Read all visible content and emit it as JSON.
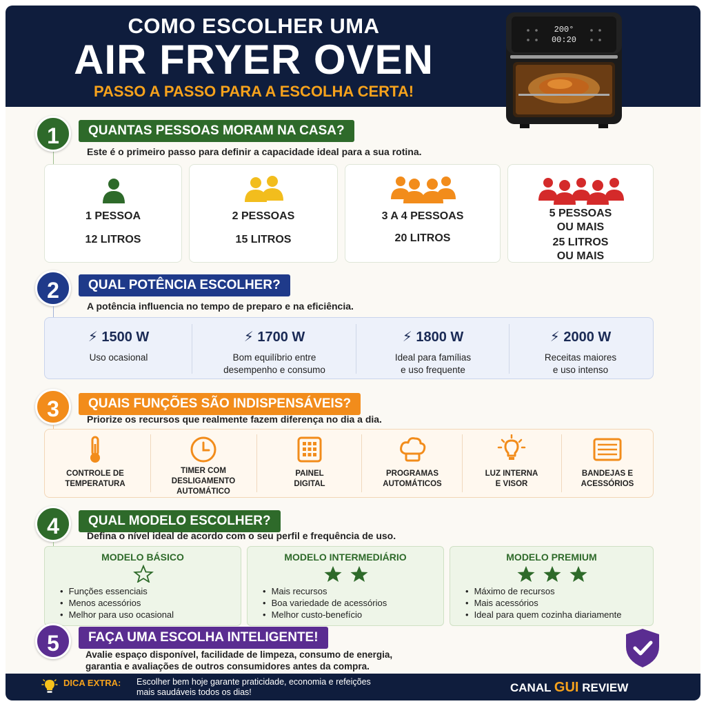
{
  "header": {
    "line1": "COMO ESCOLHER UMA",
    "line2": "AIR FRYER OVEN",
    "line3": "PASSO A PASSO PARA A ESCOLHA CERTA!",
    "display_temp": "200°",
    "display_time": "00:20"
  },
  "colors": {
    "navy": "#0f1d3d",
    "green": "#2e6a2a",
    "blue": "#1f3a8a",
    "orange": "#f28c1b",
    "purple": "#5a2d91",
    "accent": "#f6a21c"
  },
  "step1": {
    "number": "1",
    "title": "QUANTAS PESSOAS MORAM NA CASA?",
    "description": "Este é o primeiro passo para definir a capacidade ideal para a sua rotina.",
    "cards": [
      {
        "people": "1 PESSOA",
        "capacity": "12 LITROS",
        "icon_count": 1,
        "color": "#2e6a2a"
      },
      {
        "people": "2 PESSOAS",
        "capacity": "15 LITROS",
        "icon_count": 2,
        "color": "#f2bd1d"
      },
      {
        "people": "3 A 4 PESSOAS",
        "capacity": "20 LITROS",
        "icon_count": 4,
        "color": "#f28c1b"
      },
      {
        "people": "5 PESSOAS",
        "people2": "OU MAIS",
        "capacity": "25 LITROS",
        "capacity2": "OU MAIS",
        "icon_count": 5,
        "color": "#d42a2a"
      }
    ]
  },
  "step2": {
    "number": "2",
    "title": "QUAL POTÊNCIA ESCOLHER?",
    "description": "A potência influencia no tempo de preparo e na eficiência.",
    "items": [
      {
        "power": "1500 W",
        "desc1": "Uso ocasional",
        "desc2": ""
      },
      {
        "power": "1700 W",
        "desc1": "Bom equilíbrio entre",
        "desc2": "desempenho e consumo"
      },
      {
        "power": "1800 W",
        "desc1": "Ideal para famílias",
        "desc2": "e uso frequente"
      },
      {
        "power": "2000 W",
        "desc1": "Receitas maiores",
        "desc2": "e uso intenso"
      }
    ]
  },
  "step3": {
    "number": "3",
    "title": "QUAIS FUNÇÕES SÃO INDISPENSÁVEIS?",
    "description": "Priorize os recursos que realmente fazem diferença no dia a dia.",
    "features": [
      {
        "line1": "CONTROLE DE",
        "line2": "TEMPERATURA",
        "line3": "",
        "icon": "thermometer-icon"
      },
      {
        "line1": "TIMER COM",
        "line2": "DESLIGAMENTO",
        "line3": "AUTOMÁTICO",
        "icon": "clock-icon"
      },
      {
        "line1": "PAINEL",
        "line2": "DIGITAL",
        "line3": "",
        "icon": "keypad-icon"
      },
      {
        "line1": "PROGRAMAS",
        "line2": "AUTOMÁTICOS",
        "line3": "",
        "icon": "chef-hat-icon"
      },
      {
        "line1": "LUZ INTERNA",
        "line2": "E VISOR",
        "line3": "",
        "icon": "lightbulb-icon"
      },
      {
        "line1": "BANDEJAS E",
        "line2": "ACESSÓRIOS",
        "line3": "",
        "icon": "trays-icon"
      }
    ]
  },
  "step4": {
    "number": "4",
    "title": "QUAL MODELO ESCOLHER?",
    "description": "Defina o nível ideal de acordo com o seu perfil e frequência de uso.",
    "models": [
      {
        "name": "MODELO BÁSICO",
        "stars": 1,
        "filled": false,
        "items": [
          "Funções essenciais",
          "Menos acessórios",
          "Melhor para uso ocasional"
        ]
      },
      {
        "name": "MODELO INTERMEDIÁRIO",
        "stars": 2,
        "filled": true,
        "items": [
          "Mais recursos",
          "Boa variedade de acessórios",
          "Melhor custo-benefício"
        ]
      },
      {
        "name": "MODELO PREMIUM",
        "stars": 3,
        "filled": true,
        "items": [
          "Máximo de recursos",
          "Mais acessórios",
          "Ideal para quem cozinha diariamente"
        ]
      }
    ]
  },
  "step5": {
    "number": "5",
    "title": "FAÇA UMA ESCOLHA INTELIGENTE!",
    "line1": "Avalie espaço disponível, facilidade de limpeza, consumo de energia,",
    "line2": "garantia e avaliações de outros consumidores antes da compra."
  },
  "footer": {
    "tip_label": "DICA EXTRA:",
    "tip_line1": "Escolher bem hoje garante praticidade, economia e refeições",
    "tip_line2": "mais saudáveis todos os dias!",
    "brand_prefix": "CANAL ",
    "brand_highlight": "GUI",
    "brand_suffix": " REVIEW"
  }
}
